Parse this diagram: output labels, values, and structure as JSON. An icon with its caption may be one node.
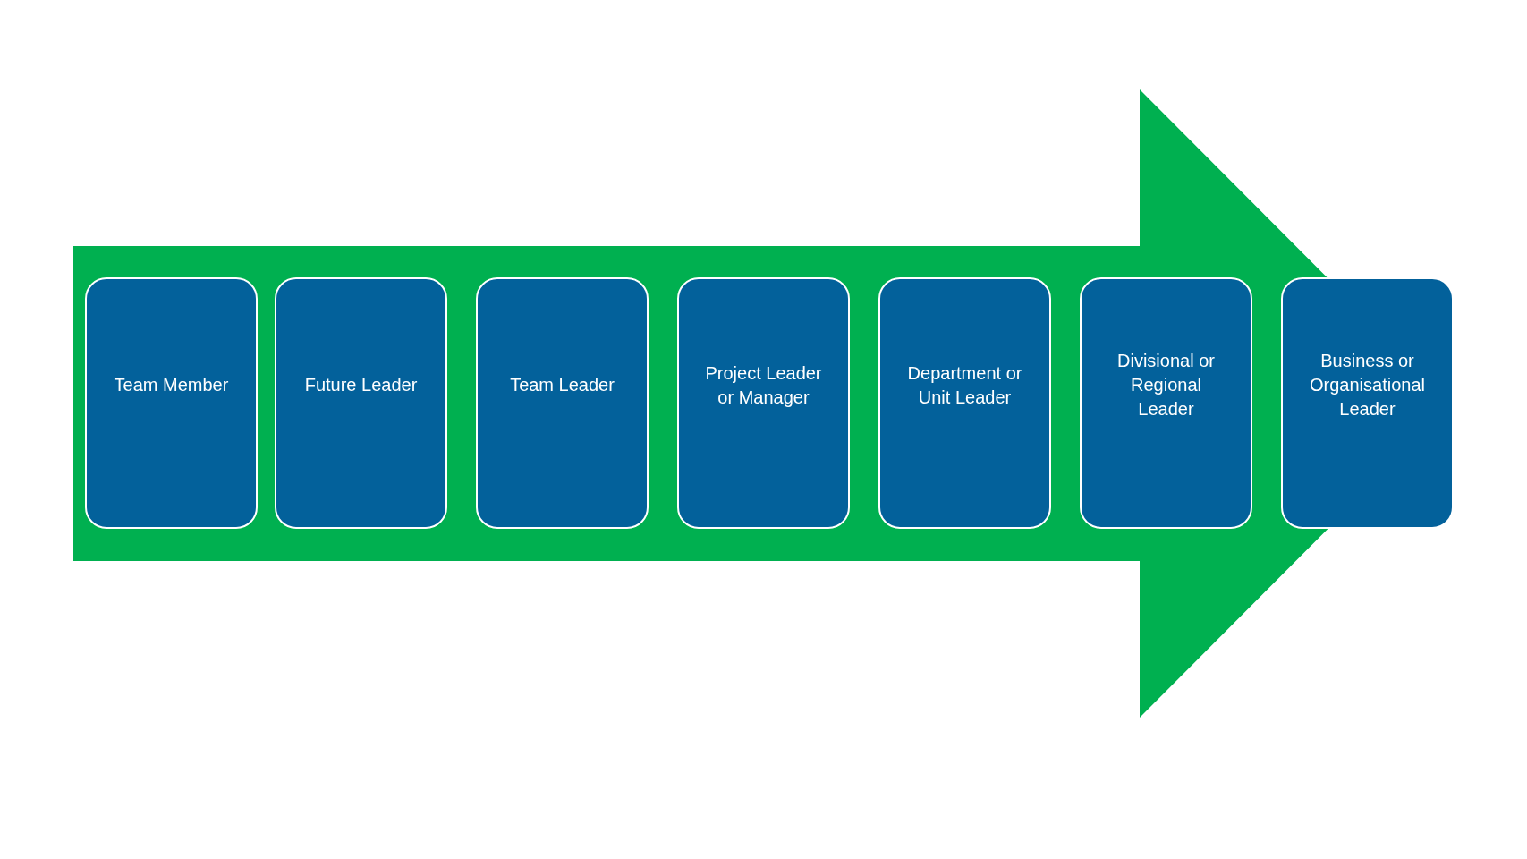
{
  "diagram": {
    "nodes": [
      {
        "text": [
          "Team Member"
        ]
      },
      {
        "text": [
          "Future Leader"
        ]
      },
      {
        "text": [
          "Team Leader"
        ]
      },
      {
        "text": [
          "Project Leader or Manager"
        ]
      },
      {
        "text": [
          "Department or Unit Leader"
        ]
      },
      {
        "text": [
          "Divisional or Regional Leader"
        ]
      },
      {
        "text": [
          "Business or Organisational Leader"
        ]
      }
    ],
    "edges": [
      {
        "from": 0,
        "to": 6,
        "arrow": "to"
      }
    ]
  }
}
